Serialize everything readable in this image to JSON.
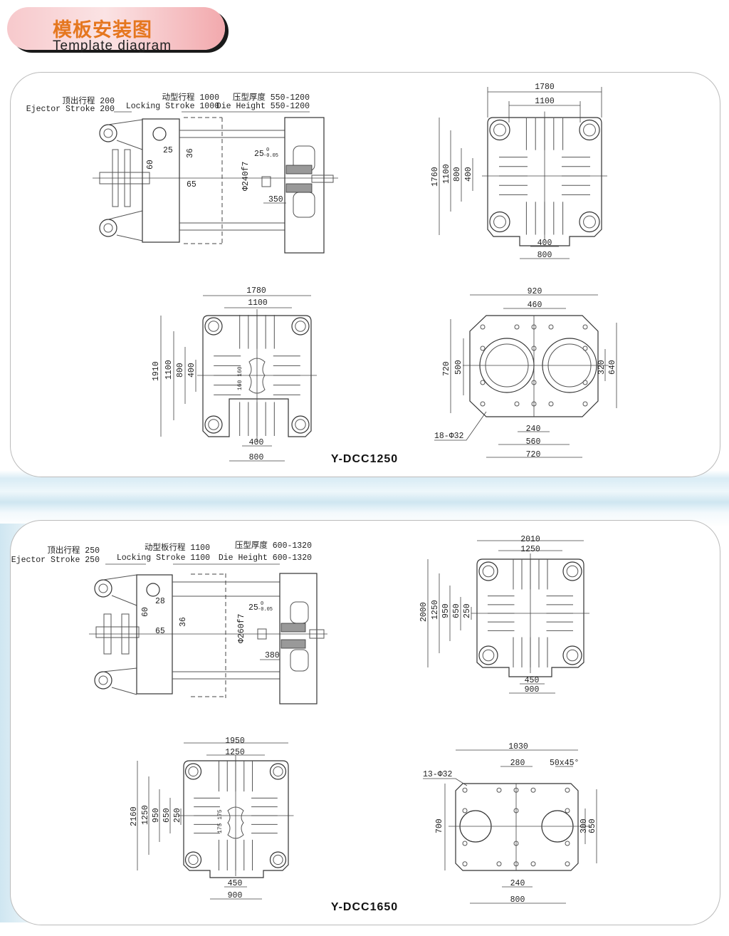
{
  "header": {
    "title_cn": "模板安装图",
    "title_en": "Template diagram"
  },
  "panels": [
    {
      "model": "Y-DCC1250",
      "side_view": {
        "ejector_cn": "顶出行程 200",
        "ejector_en": "Ejector Stroke 200",
        "locking_cn": "动型行程 1000",
        "locking_en": "Locking Stroke 1000",
        "die_cn": "压型厚度 550-1200",
        "die_en": "Die Height 550-1200",
        "d1": "25",
        "d2": "36",
        "d3": "60",
        "d4": "65",
        "tol_base": "25",
        "tol_upper": "0",
        "tol_lower": "-0.05",
        "bore": "Φ240f7",
        "d5": "350"
      },
      "fixed_platen": {
        "w_outer": "1780",
        "w_inner": "1100",
        "h1": "1760",
        "h2": "1100",
        "h3": "800",
        "h4": "400",
        "b1": "400",
        "b2": "800"
      },
      "moving_platen": {
        "w_outer": "1780",
        "w_inner": "1100",
        "h1": "1910",
        "h2": "1100",
        "h3": "800",
        "h4": "400",
        "slot": "160 160",
        "b1": "400",
        "b2": "800"
      },
      "ejector_plate": {
        "w_outer": "920",
        "w_inner": "460",
        "h1": "720",
        "h2": "500",
        "r1": "320",
        "r2": "640",
        "holes": "18-Φ32",
        "b1": "240",
        "b2": "560",
        "b3": "720"
      }
    },
    {
      "model": "Y-DCC1650",
      "side_view": {
        "ejector_cn": "顶出行程 250",
        "ejector_en": "Ejector Stroke 250",
        "locking_cn": "动型板行程 1100",
        "locking_en": "Locking Stroke 1100",
        "die_cn": "压型厚度 600-1320",
        "die_en": "Die Height 600-1320",
        "d1": "28",
        "d2": "36",
        "d3": "60",
        "d4": "65",
        "tol_base": "25",
        "tol_upper": "0",
        "tol_lower": "-0.05",
        "bore": "Φ260f7",
        "d5": "380"
      },
      "fixed_platen": {
        "w_outer": "2010",
        "w_inner": "1250",
        "h1": "2000",
        "h2": "1250",
        "h3": "950",
        "h4": "650",
        "h5": "250",
        "b1": "450",
        "b2": "900"
      },
      "moving_platen": {
        "w_outer": "1950",
        "w_inner": "1250",
        "h1": "2160",
        "h2": "1250",
        "h3": "950",
        "h4": "650",
        "h5": "250",
        "slot": "175 175",
        "b1": "450",
        "b2": "900"
      },
      "ejector_plate": {
        "w_outer": "1030",
        "w_inner": "280",
        "chamfer": "50x45°",
        "holes": "13-Φ32",
        "h1": "700",
        "r1": "300",
        "r2": "650",
        "b1": "240",
        "b2": "800"
      }
    }
  ]
}
